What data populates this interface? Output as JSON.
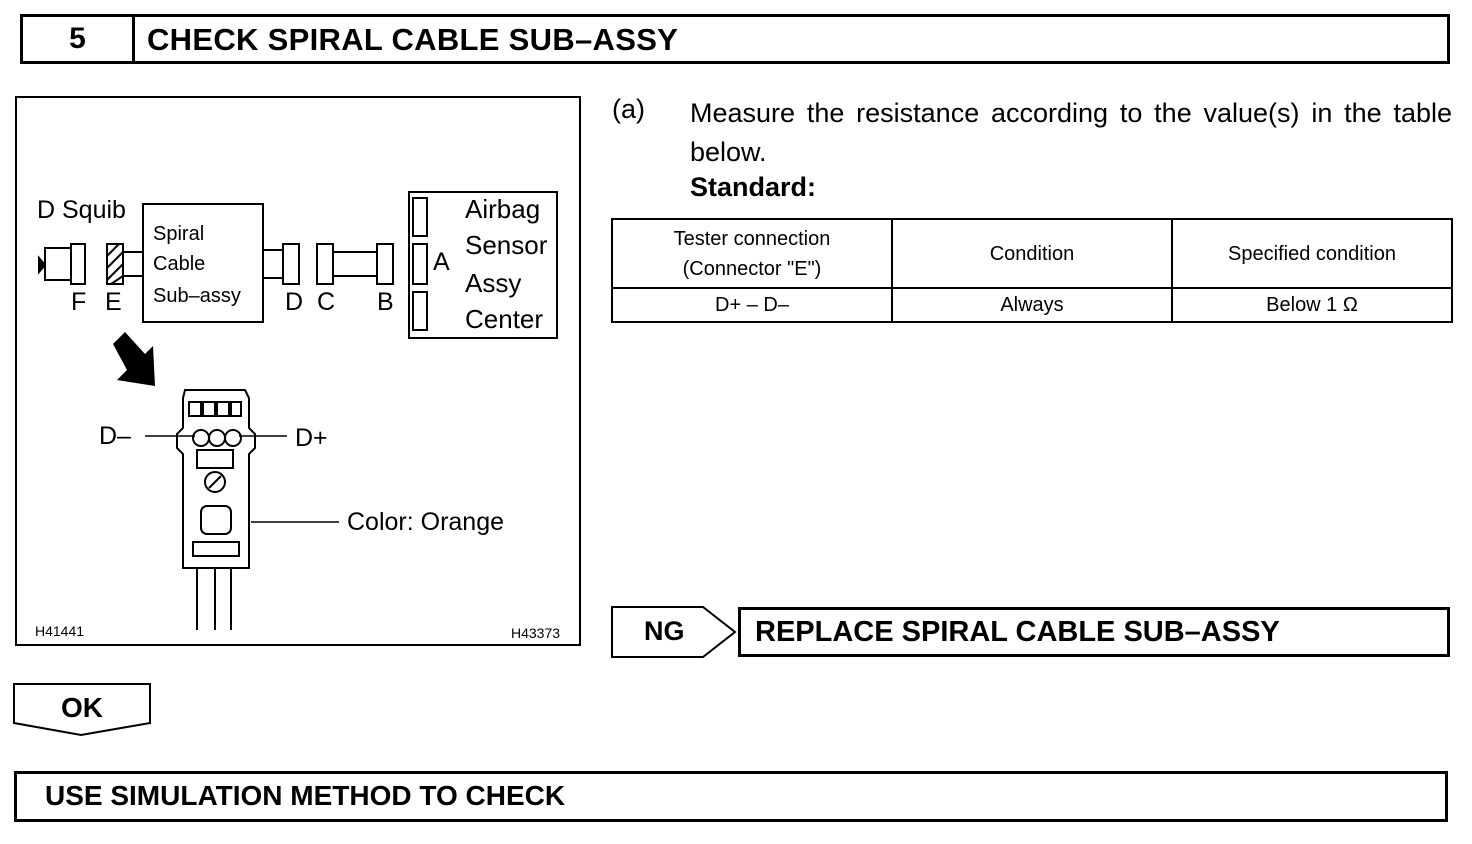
{
  "step": {
    "number": "5",
    "title": "CHECK SPIRAL CABLE SUB–ASSY"
  },
  "figure": {
    "squib_label": "D Squib",
    "spiral_label": [
      "Spiral",
      "Cable",
      "Sub–assy"
    ],
    "connector_letters": {
      "F": "F",
      "E": "E",
      "D": "D",
      "C": "C",
      "B": "B",
      "A": "A"
    },
    "center_label": [
      "Airbag",
      "Sensor",
      "Assy",
      "Center"
    ],
    "d_minus": "D–",
    "d_plus": "D+",
    "color_label": "Color: Orange",
    "code_left": "H41441",
    "code_right": "H43373"
  },
  "instruction": {
    "marker": "(a)",
    "text": "Measure the resistance according to the value(s) in the table below.",
    "standard_label": "Standard:"
  },
  "table": {
    "headers": [
      "Tester connection (Connector \"E\")",
      "Condition",
      "Specified condition"
    ],
    "header_lines": [
      [
        "Tester connection",
        "(Connector \"E\")"
      ],
      [
        "Condition"
      ],
      [
        "Specified condition"
      ]
    ],
    "rows": [
      [
        "D+ – D–",
        "Always",
        "Below 1 Ω"
      ]
    ]
  },
  "result_ng": {
    "label": "NG",
    "action": "REPLACE SPIRAL CABLE SUB–ASSY"
  },
  "result_ok": {
    "label": "OK",
    "action": "USE SIMULATION METHOD TO CHECK"
  }
}
